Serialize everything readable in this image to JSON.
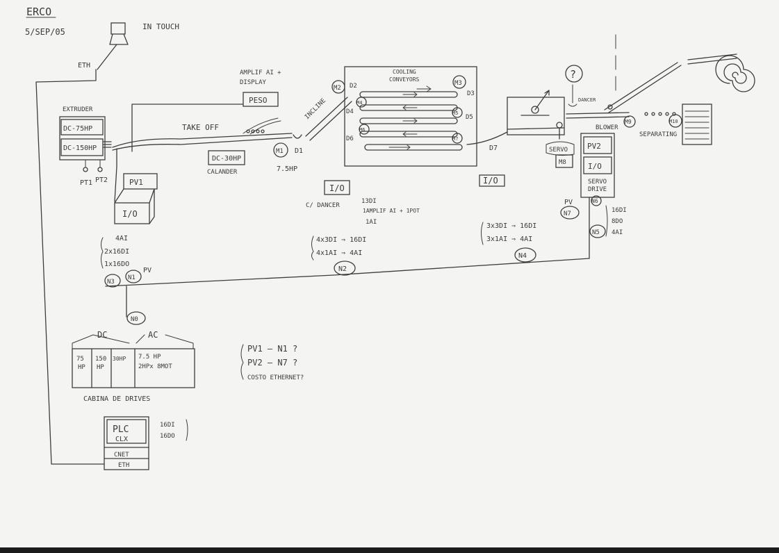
{
  "header": {
    "company": "ERCO",
    "date": "5/SEP/05"
  },
  "labels": {
    "intouch": "IN TOUCH",
    "eth_top": "ETH",
    "amplif": "AMPLIF AI +",
    "display": "DISPLAY",
    "peso": "PESO",
    "extruder": "EXTRUDER",
    "dc75": "DC-75HP",
    "dc150": "DC-150HP",
    "pt1": "PT1",
    "pt2": "PT2",
    "takeoff": "TAKE OFF",
    "dc30": "DC-30HP",
    "calander": "CALANDER",
    "m1": "M1",
    "d1": "D1",
    "hp75": "7.5HP",
    "incline": "INCLINE",
    "m2": "M2",
    "cooling1": "COOLING",
    "cooling2": "CONVEYORS",
    "d2": "D2",
    "d3": "D3",
    "d4": "D4",
    "d5": "D5",
    "d6": "D6",
    "d7": "D7",
    "m3": "M3",
    "m4": "M4",
    "m5": "M5",
    "m6": "M6",
    "mm": "M?",
    "m8": "M8",
    "m9": "M9",
    "m10": "M10",
    "question": "?",
    "danger_r": "DANCER",
    "blower": "BLOWER",
    "separating": "SEPARATING",
    "servo": "SERVO",
    "pv2": "PV2",
    "io_right": "I/O",
    "servo_drive1": "SERVO",
    "servo_drive2": "DRIVE",
    "pv1": "PV1",
    "io_left": "I/O",
    "io_mid": "I/O",
    "io_mid2": "I/O",
    "c_danger": "C/ DANCER",
    "mid_13di": "13DI",
    "mid_amp": "1AMPLIF AI + 1POT",
    "mid_1ai": "1AI",
    "mid_4x3": "4x3DI ⇒ 16DI",
    "mid_4x1": "4x1AI ⇒ 4AI",
    "right_3x3": "3x3DI ⇒ 16DI",
    "right_3x1": "3x1AI ⇒ 4AI",
    "pv_right": "PV",
    "n7": "N7",
    "n6": "N6",
    "n5": "N5",
    "n4": "N4",
    "n2": "N2",
    "n3": "N3",
    "n1": "N1",
    "pv_left": "PV",
    "n0": "N0",
    "right_16di": "16DI",
    "right_8do": "8DO",
    "right_4ai": "4AI",
    "left_4ai": "4AI",
    "left_2x16": "2x16DI",
    "left_1x16": "1x16DO",
    "dc": "DC",
    "ac": "AC",
    "cab_75": "75",
    "cab_75hp": "HP",
    "cab_150": "150",
    "cab_150hp": "HP",
    "cab_30": "30HP",
    "cab_ac1": "7.5 HP",
    "cab_ac2": "2HPx 8MOT",
    "cabina": "CABINA DE DRIVES",
    "q1": "PV1 – N1 ?",
    "q2": "PV2 – N7 ?",
    "q3": "COSTO ETHERNET?",
    "plc": "PLC",
    "clx": "CLX",
    "cnet": "CNET",
    "eth_plc": "ETH",
    "plc_16di": "16DI",
    "plc_16do": "16DO"
  }
}
